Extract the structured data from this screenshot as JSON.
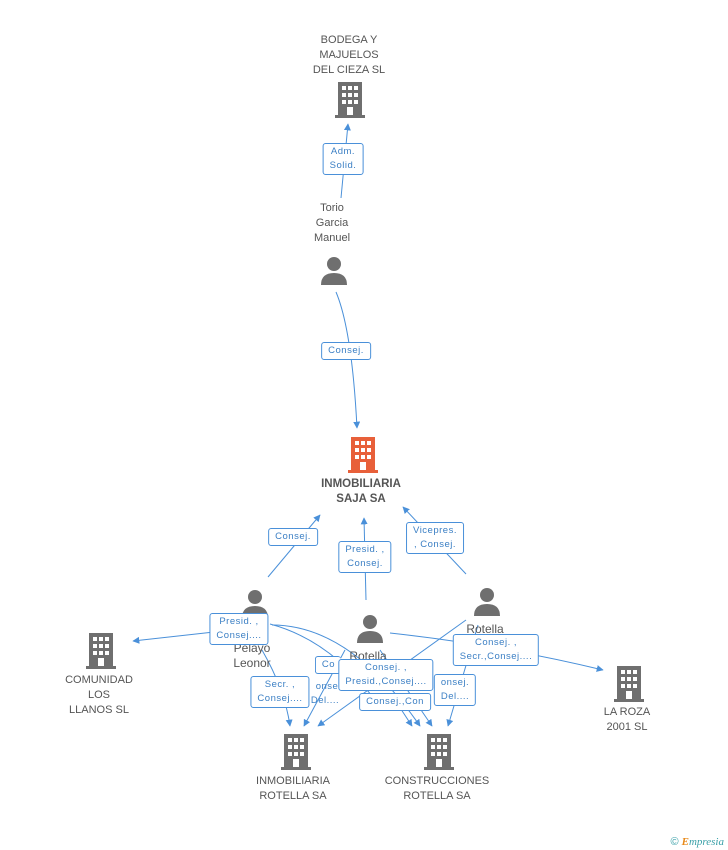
{
  "colors": {
    "edge": "#4a90d9",
    "icon": "#6f6f6f",
    "main_icon": "#e8603a",
    "badge_text": "#3b7fc4"
  },
  "nodes": {
    "bodega": {
      "label": "BODEGA Y\nMAJUELOS\nDEL CIEZA SL",
      "icon": "building-icon"
    },
    "torio": {
      "label": "Torio\nGarcia\nManuel",
      "icon": "person-icon"
    },
    "saja": {
      "label": "INMOBILIARIA\nSAJA SA",
      "icon": "building-icon"
    },
    "pelayo": {
      "label": "Pelayo\nLeonor",
      "icon": "person-icon"
    },
    "rotella_c": {
      "label": "Rotella",
      "icon": "person-icon"
    },
    "rotella_r": {
      "label": "Rotella",
      "icon": "person-icon"
    },
    "comunidad": {
      "label": "COMUNIDAD\nLOS\nLLANOS SL",
      "icon": "building-icon"
    },
    "laroza": {
      "label": "LA ROZA\n2001 SL",
      "icon": "building-icon"
    },
    "inm_rotella": {
      "label": "INMOBILIARIA\nROTELLA SA",
      "icon": "building-icon"
    },
    "constr": {
      "label": "CONSTRUCCIONES\nROTELLA SA",
      "icon": "building-icon"
    }
  },
  "badges": {
    "adm": "Adm.\nSolid.",
    "consej_torio": "Consej.",
    "consej_pelayo": "Consej.",
    "presid_center": "Presid. ,\nConsej.",
    "vicepres": "Vicepres.\n, Consej.",
    "presid_pelayo": "Presid. ,\nConsej....",
    "consej_secr": "Consej. ,\nSecr.,Consej....",
    "co_partial": "Co",
    "onse_partial": "onse",
    "del_partial": "Del....",
    "consej_presid": "Consej. ,\nPresid.,Consej....",
    "secr_consej": "Secr. ,\nConsej....",
    "consej_con": "Consej.,Con",
    "onsej_del": "onsej.\nDel...."
  },
  "footer": {
    "copyright": "©",
    "brand_e": "E",
    "brand_rest": "mpresia"
  }
}
